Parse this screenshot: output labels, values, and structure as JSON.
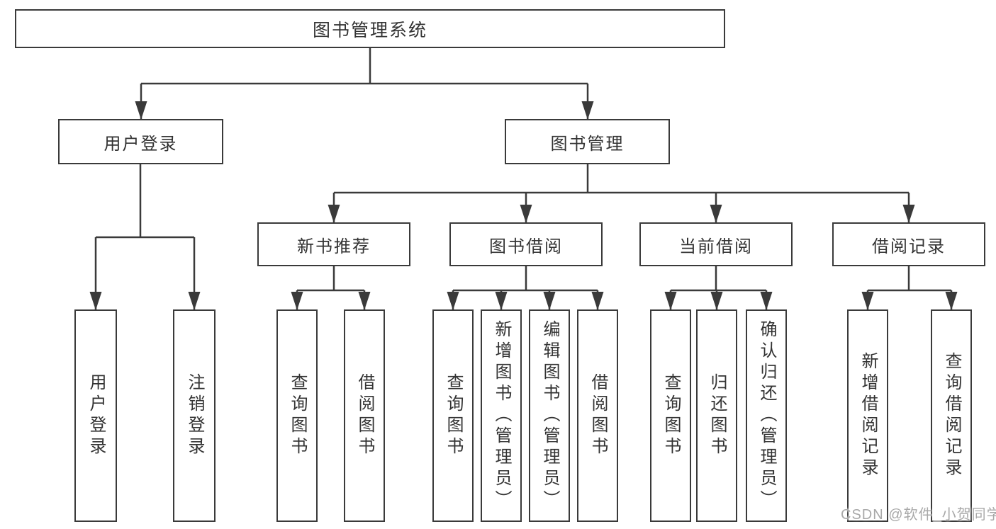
{
  "root": {
    "label": "图书管理系统"
  },
  "level2": {
    "user_login": {
      "label": "用户登录"
    },
    "book_management": {
      "label": "图书管理"
    }
  },
  "user_login_children": [
    "用户登录",
    "注销登录"
  ],
  "sections": [
    {
      "label": "新书推荐",
      "children": [
        "查询图书",
        "借阅图书"
      ]
    },
    {
      "label": "图书借阅",
      "children": [
        "查询图书",
        "新增图书（管理员）",
        "编辑图书（管理员）",
        "借阅图书"
      ]
    },
    {
      "label": "当前借阅",
      "children": [
        "查询图书",
        "归还图书",
        "确认归还（管理员）"
      ]
    },
    {
      "label": "借阅记录",
      "children": [
        "新增借阅记录",
        "查询借阅记录"
      ]
    }
  ],
  "watermark": "CSDN @软件_小贺同学",
  "colors": {
    "line": "#3a3a3a",
    "text": "#333333",
    "watermark": "#a8a8a8",
    "background": "#ffffff"
  }
}
